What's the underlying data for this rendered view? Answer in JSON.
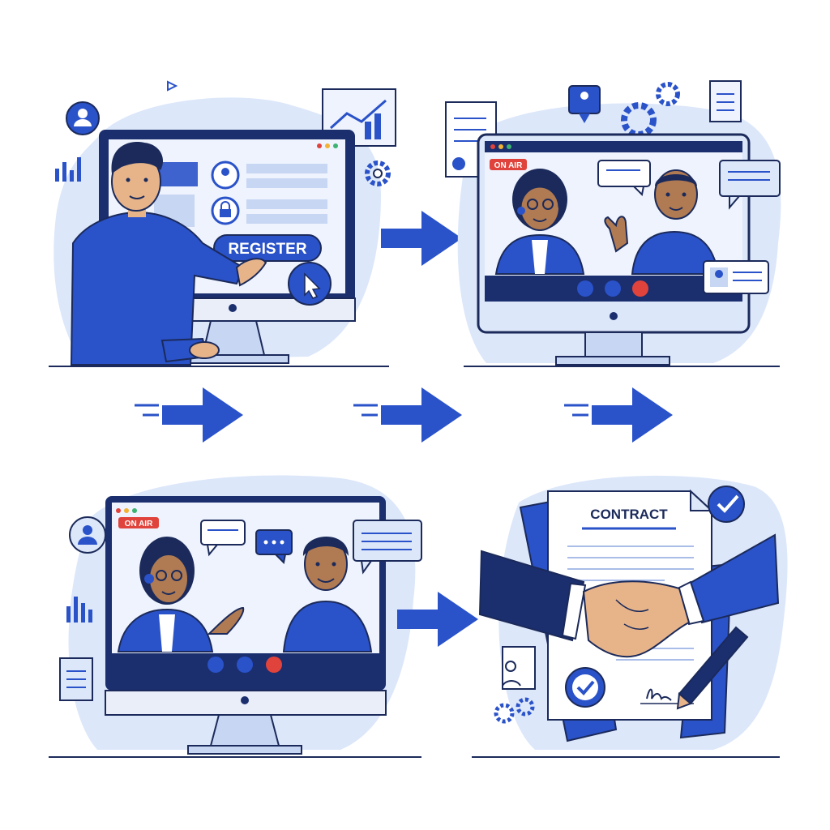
{
  "panels": {
    "registration": {
      "button_label": "REGISTER"
    },
    "interview_1": {
      "live_badge": "ON AIR"
    },
    "interview_2": {
      "live_badge": "ON AIR"
    },
    "contract": {
      "document_title": "CONTRACT"
    }
  },
  "colors": {
    "primary_blue": "#2a52c9",
    "dark_navy": "#1b2e6e",
    "light_blue_bg": "#dce7fa",
    "outline": "#1b2a5a",
    "skin": "#e7b48a",
    "alert_red": "#e0433b"
  },
  "icons": [
    "user-profile-icon",
    "bar-chart-icon",
    "gear-icon",
    "lock-icon",
    "cursor-click-icon",
    "document-icon",
    "chat-bubble-icon",
    "microphone-icon",
    "video-camera-icon",
    "end-call-icon",
    "checkmark-badge-icon",
    "pen-icon",
    "handshake-icon",
    "arrow-right-icon"
  ]
}
